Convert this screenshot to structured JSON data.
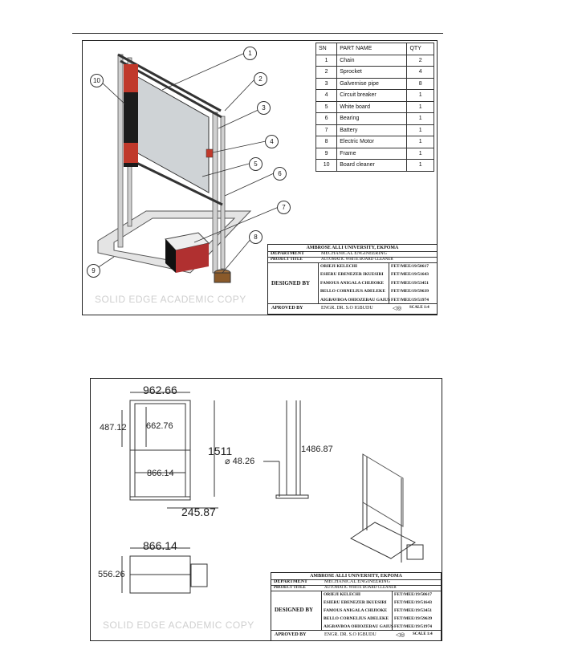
{
  "parts_table": {
    "headers": [
      "SN",
      "PART NAME",
      "QTY"
    ],
    "rows": [
      [
        "1",
        "Chain",
        "2"
      ],
      [
        "2",
        "Sprocket",
        "4"
      ],
      [
        "3",
        "Galvernise pipe",
        "8"
      ],
      [
        "4",
        "Circuit breaker",
        "1"
      ],
      [
        "5",
        "White board",
        "1"
      ],
      [
        "6",
        "Bearing",
        "1"
      ],
      [
        "7",
        "Battery",
        "1"
      ],
      [
        "8",
        "Electric Motor",
        "1"
      ],
      [
        "9",
        "Frame",
        "1"
      ],
      [
        "10",
        "Board cleaner",
        "1"
      ]
    ]
  },
  "callouts": [
    "1",
    "2",
    "3",
    "4",
    "5",
    "6",
    "7",
    "8",
    "9",
    "10"
  ],
  "title_block": {
    "university": "AMBROSE ALLI UNIVERSITY, EKPOMA",
    "department_label": "DEPARTMENT",
    "department": "MECHANICAL ENGINEERING",
    "project_label": "PROJECT TITLE",
    "project": "AUTOMATIC WHITE BOARD CLEANER",
    "designed_label": "DESIGNED BY",
    "designers": [
      {
        "name": "ORIEJI KELECHI",
        "id": "FET/MEE/19/50617"
      },
      {
        "name": "ESIERU EBENEZER IKUESIRI",
        "id": "FET/MEE/19/51643"
      },
      {
        "name": "FAMOUS ANIGALA CHIJIOKE",
        "id": "FET/MEE/19/53451"
      },
      {
        "name": "BELLO CORNELIUS ADELEKE",
        "id": "FET/MEE/19/59639"
      },
      {
        "name": "AIGBAVBOA OHIOZEBAU GAIUS",
        "id": "FET/MEE/19/51974"
      }
    ],
    "approved_label": "APROVED BY",
    "approver": "ENGR. DR. S.O IGBUDU",
    "scale": "SCALE 1:4"
  },
  "watermark": "SOLID EDGE ACADEMIC COPY",
  "dimensions": {
    "overall_width": "962.66",
    "board_height": "662.76",
    "side_height": "487.12",
    "total_height": "1511",
    "inner_width": "866.14",
    "base_depth": "245.87",
    "pipe_diameter": "⌀ 48.26",
    "pipe_length": "1486.87",
    "top_width": "866.14",
    "top_depth": "556.26"
  }
}
